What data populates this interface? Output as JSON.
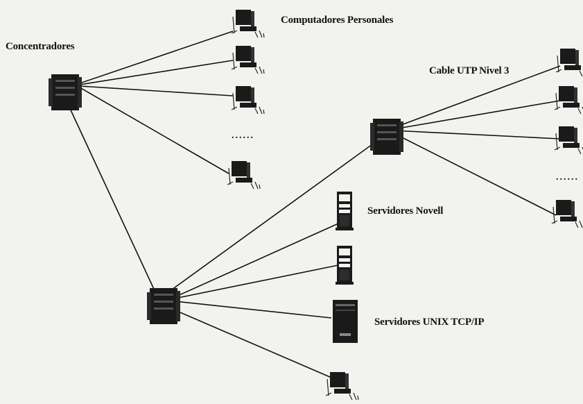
{
  "labels": {
    "concentradores": "Concentradores",
    "computadores_personales": "Computadores Personales",
    "cable_utp": "Cable UTP Nivel 3",
    "servidores_novell": "Servidores Novell",
    "servidores_unix": "Servidores UNIX TCP/IP"
  },
  "ellipsis": {
    "left": "......",
    "right": "......"
  },
  "colors": {
    "line": "#111111",
    "device_dark": "#1a1a1a",
    "background": "#f2f2ef"
  }
}
